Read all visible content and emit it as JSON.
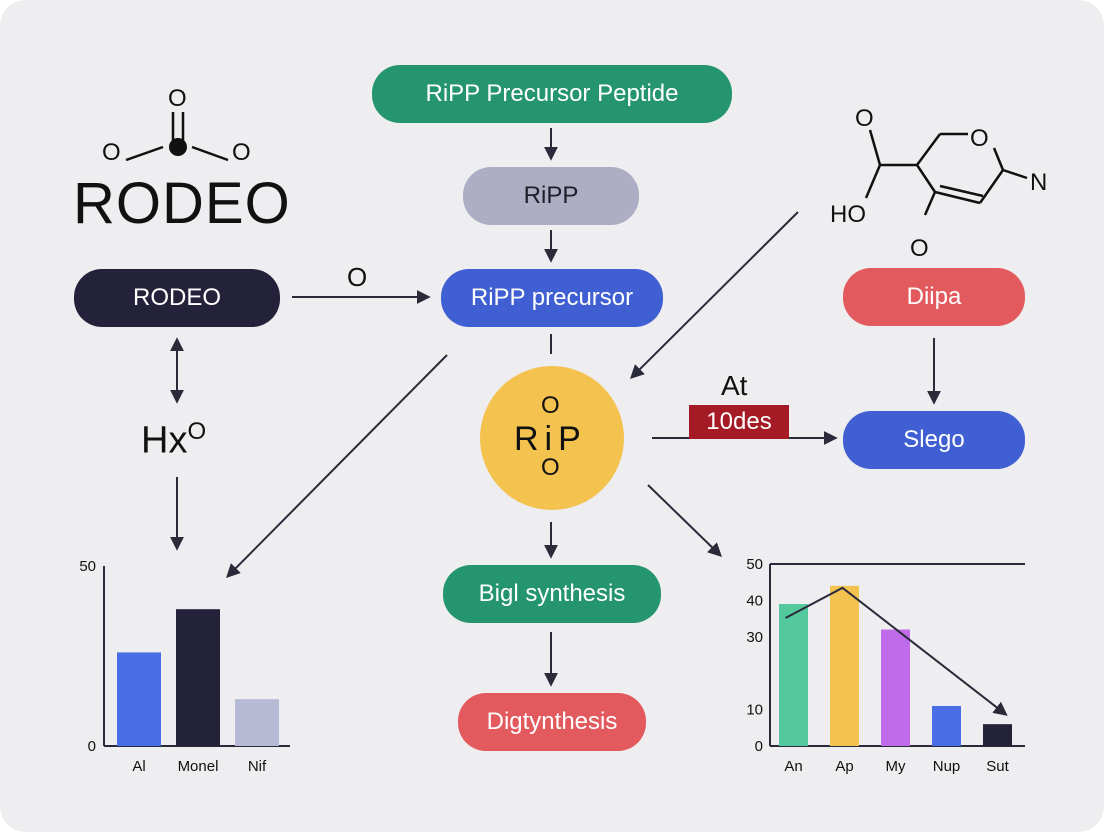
{
  "colors": {
    "green": "#25956f",
    "gray": "#adadc4",
    "blue": "#3f5fd2",
    "navy": "#24213a",
    "red": "#e35a5e",
    "yellow": "#f3c24f",
    "darkred": "#a51b25"
  },
  "header": {
    "logo_text": "RODEO"
  },
  "nodes": {
    "precursor_peptide": "RiPP Precursor Peptide",
    "ripp": "RiPP",
    "ripp_precursor": "RiPP precursor",
    "rodeo_box": "RODEO",
    "dipa": "Diipa",
    "slego": "Slego",
    "bigl": "Bigl synthesis",
    "digt": "Digtynthesis",
    "circle": "RiP",
    "circle_o_top": "O",
    "circle_o_bottom": "O"
  },
  "labels": {
    "arrow_o": "O",
    "hx": "Hx",
    "hx_sup": "O",
    "at": "At",
    "badge": "10des"
  },
  "molecules": {
    "left": {
      "top_o": "O",
      "left_o": "O",
      "right_o": "O"
    },
    "right": {
      "o_top": "O",
      "o_ring": "O",
      "n": "N",
      "ho": "HO",
      "o_bottom": "O"
    }
  },
  "chart_data": [
    {
      "type": "bar",
      "categories": [
        "Al",
        "Monel",
        "Nif"
      ],
      "values": [
        26,
        38,
        13
      ],
      "colors": [
        "#4a6ee6",
        "#24213a",
        "#b7bad4"
      ],
      "y_ticks": [
        "50",
        "0"
      ],
      "ylim": [
        0,
        50
      ],
      "grid": false
    },
    {
      "type": "bar",
      "categories": [
        "An",
        "Ap",
        "My",
        "Nup",
        "Sut"
      ],
      "values": [
        39,
        44,
        32,
        11,
        6
      ],
      "colors": [
        "#54c99d",
        "#f3c24f",
        "#c06bea",
        "#4a6ee6",
        "#24213a"
      ],
      "y_ticks": [
        "50",
        "40",
        "30",
        "10",
        "0"
      ],
      "ylim": [
        0,
        50
      ],
      "grid": false,
      "overlay": "trend arrow"
    }
  ]
}
